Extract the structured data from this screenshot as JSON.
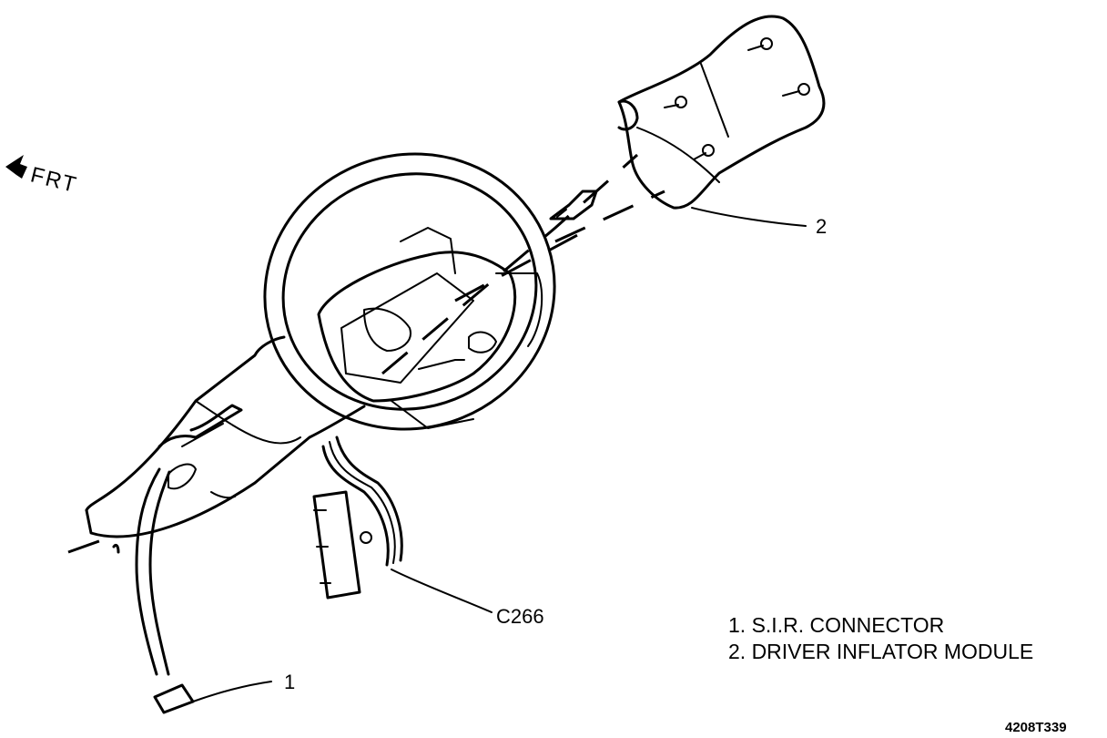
{
  "orientation": {
    "label": "FRT"
  },
  "callouts": {
    "sir_connector": "1",
    "driver_inflator_module": "2",
    "connector": "C266"
  },
  "legend": [
    "1. S.I.R. CONNECTOR",
    "2. DRIVER INFLATOR MODULE"
  ],
  "figure_id": "4208T339"
}
